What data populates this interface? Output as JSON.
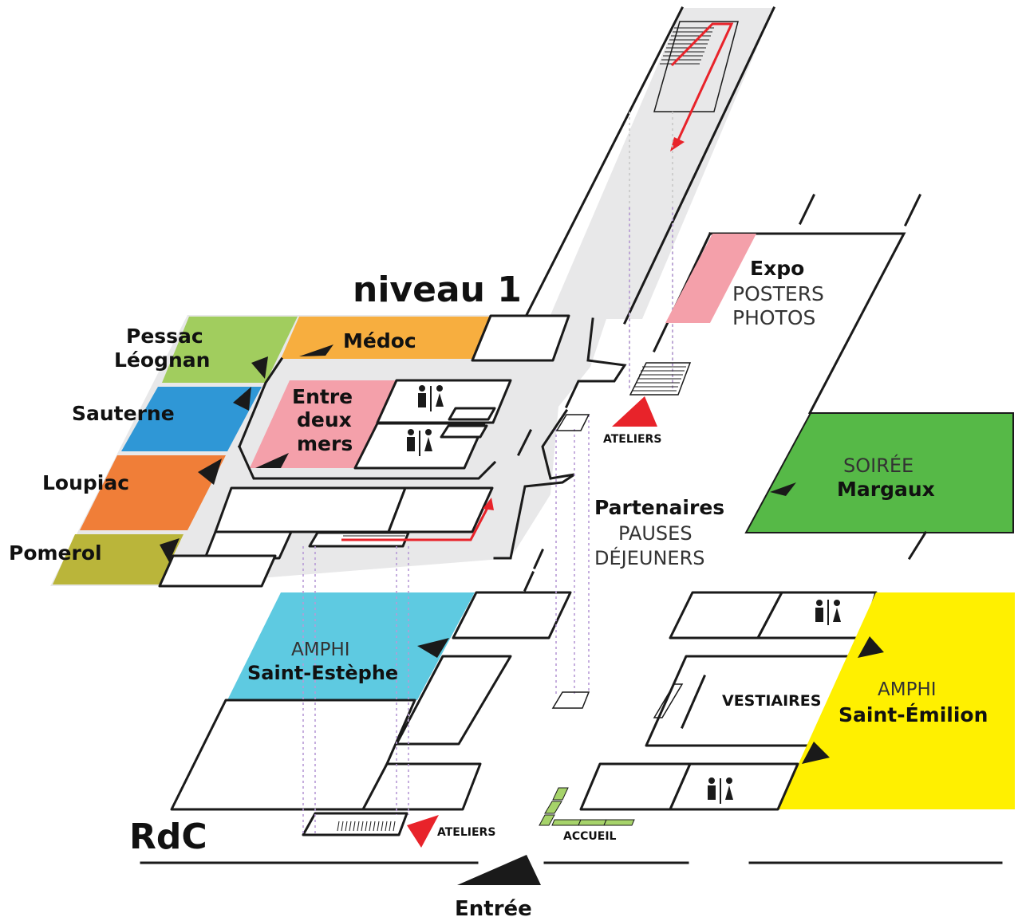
{
  "title": "niveau 1",
  "ground_floor": "RdC",
  "entrance": "Entrée",
  "rooms": {
    "pessac": [
      "Pessac",
      "Léognan"
    ],
    "medoc": "Médoc",
    "sauterne": "Sauterne",
    "loupiac": "Loupiac",
    "pomerol": "Pomerol",
    "entre_deux_mers": [
      "Entre",
      "deux",
      "mers"
    ],
    "expo": {
      "name": "Expo",
      "line1": "POSTERS",
      "line2": "PHOTOS"
    },
    "margaux": {
      "line1": "SOIRÉE",
      "name": "Margaux"
    },
    "partenaires": {
      "name": "Partenaires",
      "line1": "PAUSES",
      "line2": "DÉJEUNERS"
    },
    "saint_estephe": {
      "line1": "AMPHI",
      "name": "Saint-Estèphe"
    },
    "saint_emilion": {
      "line1": "AMPHI",
      "name": "Saint-Émilion"
    },
    "vestiaires": "VESTIAIRES",
    "ateliers_upper": "ATELIERS",
    "ateliers_lower": "ATELIERS",
    "accueil": "ACCUEIL"
  },
  "colors": {
    "pessac": "#a1cd5e",
    "medoc": "#f7ae3f",
    "sauterne": "#2f97d6",
    "loupiac": "#f07e38",
    "pomerol": "#bab53a",
    "entre_deux_mers": "#f4a0aa",
    "expo": "#f4a0aa",
    "margaux": "#56b947",
    "saint_estephe": "#5ecae1",
    "saint_emilion": "#fff000",
    "accueil": "#a6d36a",
    "corridor": "#e8e8e9",
    "arrow_red": "#e8232a"
  },
  "icons": [
    "restroom-icon",
    "arrow-icon",
    "stairs-icon"
  ]
}
